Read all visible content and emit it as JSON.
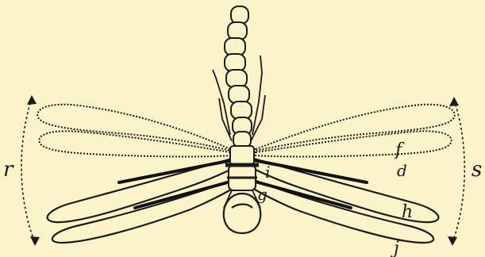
{
  "figure": {
    "labels": {
      "r": "r",
      "s": "s",
      "f": "f",
      "d": "d",
      "i": "i",
      "g": "g",
      "h": "h",
      "j": "j"
    }
  }
}
